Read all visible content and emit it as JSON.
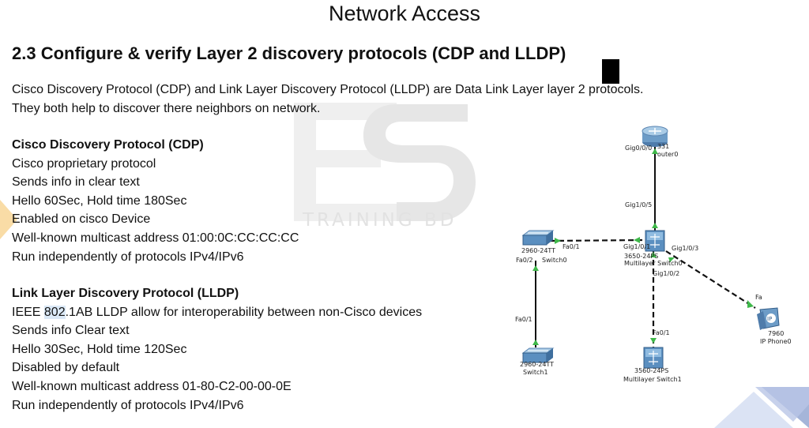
{
  "slide": {
    "title": "Network Access",
    "heading": "2.3 Configure & verify Layer 2 discovery protocols (CDP and LLDP)",
    "intro_lines": [
      "Cisco Discovery Protocol (CDP) and Link Layer Discovery Protocol (LLDP) are Data Link Layer layer 2  protocols.",
      "They both help to discover there neighbors on network."
    ],
    "watermark": "TRAINING BD"
  },
  "cdp": {
    "title": "Cisco Discovery Protocol (CDP)",
    "lines": [
      "Cisco proprietary  protocol",
      "Sends info in clear text",
      "Hello 60Sec, Hold time 180Sec",
      "Enabled on cisco Device",
      "Well-known multicast address 01:00:0C:CC:CC:CC",
      "Run independently of protocols IPv4/IPv6"
    ]
  },
  "lldp": {
    "title": "Link Layer Discovery Protocol (LLDP)",
    "line1_pre": "IEEE ",
    "line1_hl": "802",
    "line1_post": ".1AB LLDP allow for interoperability between non-Cisco devices",
    "lines": [
      "Sends info Clear text",
      "Hello 30Sec, Hold time 120Sec",
      "Disabled by default",
      "Well-known multicast address 01-80-C2-00-00-0E",
      "Run independently of protocols IPv4/IPv6"
    ]
  },
  "topology": {
    "router": {
      "port": "Gig0/0/0",
      "name_a": "331",
      "name_b": "outer0"
    },
    "link_router_ms0": "Gig1/0/5",
    "ms0": {
      "model": "3650-24PS",
      "name": "Multilayer Switch0",
      "port_sw0": "Gig1/0/1",
      "port_phone": "Gig1/0/3",
      "port_ms1": "Gig1/0/2"
    },
    "sw0": {
      "model": "2960-24TT",
      "name": "Switch0",
      "port_ms0": "Fa0/1",
      "port_sw1": "Fa0/2"
    },
    "sw1": {
      "model": "2960-24TT",
      "name": "Switch1",
      "port": "Fa0/1"
    },
    "ms1": {
      "model": "3560-24PS",
      "name": "Multilayer Switch1",
      "port": "Fa0/1"
    },
    "phone": {
      "model": "7960",
      "name": "IP Phone0",
      "port": "Fa",
      "icon_text": "IP"
    }
  }
}
